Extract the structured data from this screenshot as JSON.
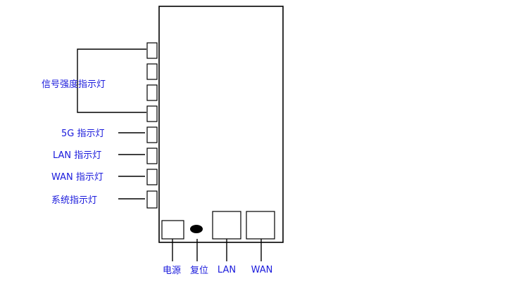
{
  "labels": {
    "signal_strength": "信号强度指示灯",
    "led_5g": "5G 指示灯",
    "led_lan": "LAN 指示灯",
    "led_wan": "WAN 指示灯",
    "led_system": "系统指示灯"
  },
  "ports": {
    "power": "电源",
    "reset": "复位",
    "lan": "LAN",
    "wan": "WAN"
  },
  "colors": {
    "label_text": "#1a1adc",
    "outline": "#000000"
  }
}
